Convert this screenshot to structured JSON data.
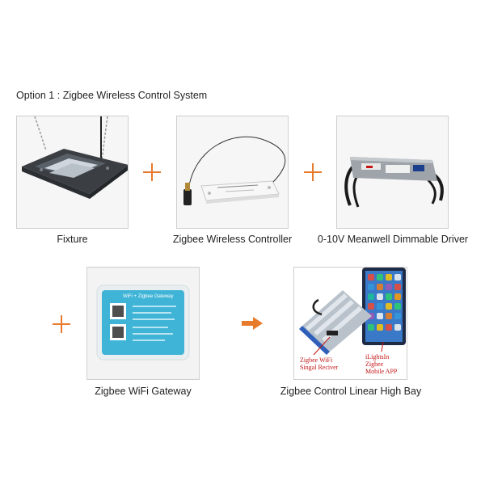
{
  "header": {
    "option": "Option 1",
    "separator": " : ",
    "title": "Zigbee Wireless Control System"
  },
  "items": [
    {
      "caption": "Fixture"
    },
    {
      "caption": "Zigbee Wireless Controller"
    },
    {
      "caption": "0-10V Meanwell Dimmable Driver"
    },
    {
      "caption": "Zigbee WiFi Gateway"
    },
    {
      "caption": "Zigbee Control Linear High Bay"
    }
  ],
  "gateway_label": "WiFi + Zigbee Gateway",
  "highbay_labels": {
    "receiver_line1": "Zigbee WiFi",
    "receiver_line2": "Singal Reciver",
    "app_line1": "iLightsIn Zigbee",
    "app_line2": "Mobile APP"
  },
  "colors": {
    "accent": "#e87a2c",
    "annotation": "#c41414"
  }
}
